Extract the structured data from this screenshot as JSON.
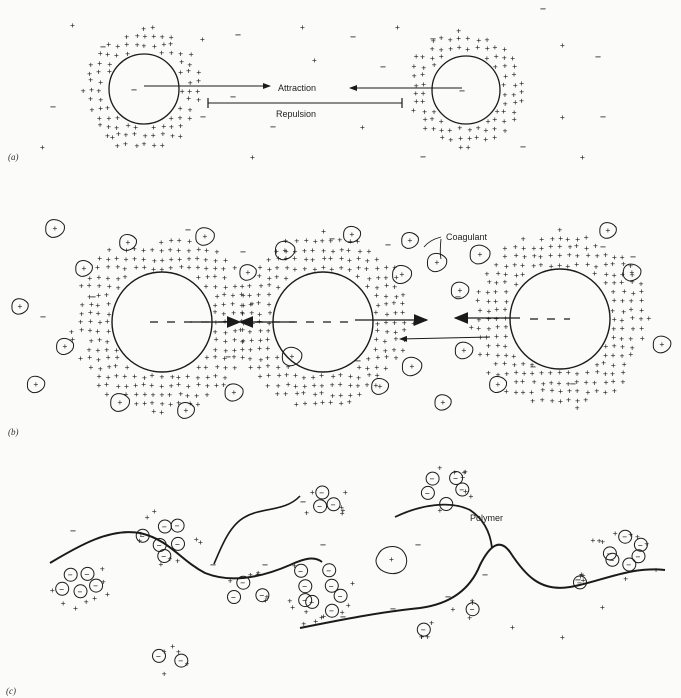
{
  "panels": {
    "a": {
      "label": "(a)",
      "attraction_label": "Attraction",
      "repulsion_label": "Repulsion"
    },
    "b": {
      "label": "(b)",
      "coagulant_label": "Coagulant"
    },
    "c": {
      "label": "(c)",
      "polymer_label": "Polymer"
    }
  },
  "symbols": {
    "positive": "+",
    "negative": "−"
  },
  "colors": {
    "ink": "#1a1a1a",
    "paper": "#fbfbfa"
  }
}
